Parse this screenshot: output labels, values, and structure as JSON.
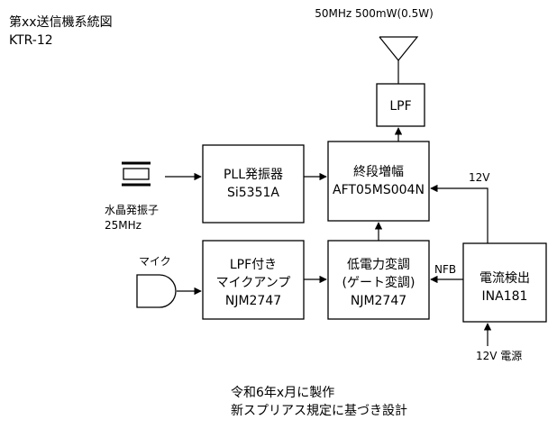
{
  "header": {
    "title": "第xx送信機系統図",
    "model": "KTR-12"
  },
  "output_spec": "50MHz 500mW(0.5W)",
  "blocks": {
    "lpf_out": {
      "line1": "LPF"
    },
    "pll": {
      "line1": "PLL発振器",
      "line2": "Si5351A"
    },
    "final": {
      "line1": "終段増幅",
      "line2": "AFT05MS004N"
    },
    "mic_amp": {
      "line1": "LPF付き",
      "line2": "マイクアンプ",
      "line3": "NJM2747"
    },
    "modulator": {
      "line1": "低電力変調",
      "line2": "(ゲート変調)",
      "line3": "NJM2747"
    },
    "current_det": {
      "line1": "電流検出",
      "line2": "INA181"
    }
  },
  "labels": {
    "crystal_line1": "水晶発振子",
    "crystal_line2": "25MHz",
    "mic": "マイク",
    "v12_top": "12V",
    "nfb": "NFB",
    "v12_supply": "12V 電源"
  },
  "footer": {
    "line1": "令和6年x月に製作",
    "line2": "新スプリアス規定に基づき設計"
  }
}
